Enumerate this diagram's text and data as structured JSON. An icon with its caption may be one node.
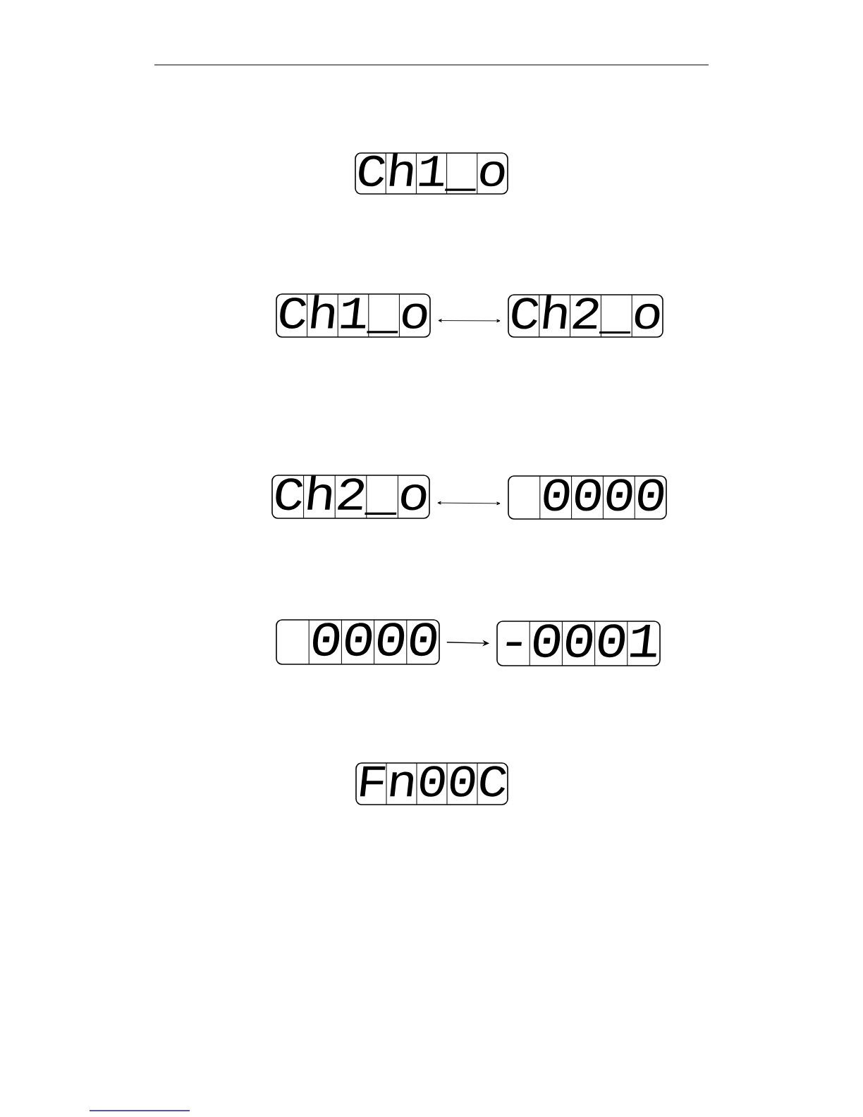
{
  "diagram": {
    "nodes": [
      {
        "text": [
          "Ch1_o"
        ]
      },
      {
        "text": [
          "Ch1_o"
        ]
      },
      {
        "text": [
          "Ch2_o"
        ]
      },
      {
        "text": [
          "Ch2_o"
        ]
      },
      {
        "text": [
          "0000"
        ]
      },
      {
        "text": [
          "0000"
        ]
      },
      {
        "text": [
          "-0001"
        ]
      },
      {
        "text": [
          "Fn00C"
        ]
      }
    ],
    "edges": [
      {
        "from": 1,
        "to": 2,
        "arrow": "both"
      },
      {
        "from": 3,
        "to": 4,
        "arrow": "both"
      },
      {
        "from": 5,
        "to": 6,
        "arrow": "to"
      }
    ]
  }
}
